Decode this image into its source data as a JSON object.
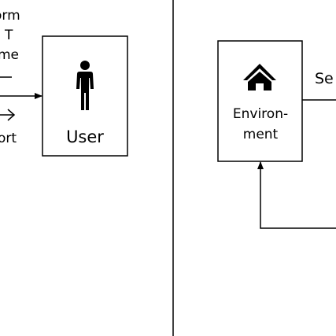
{
  "left_panel": {
    "label_lines": [
      "orm",
      "T",
      "me"
    ],
    "lower_label": "ort",
    "user_box": {
      "label": "User",
      "icon": "person-icon"
    }
  },
  "right_panel": {
    "env_box": {
      "label_lines": [
        "Environ-",
        "ment"
      ],
      "icon": "home-icon"
    },
    "side_label": "Se"
  },
  "colors": {
    "stroke": "#000000",
    "background": "#ffffff"
  }
}
